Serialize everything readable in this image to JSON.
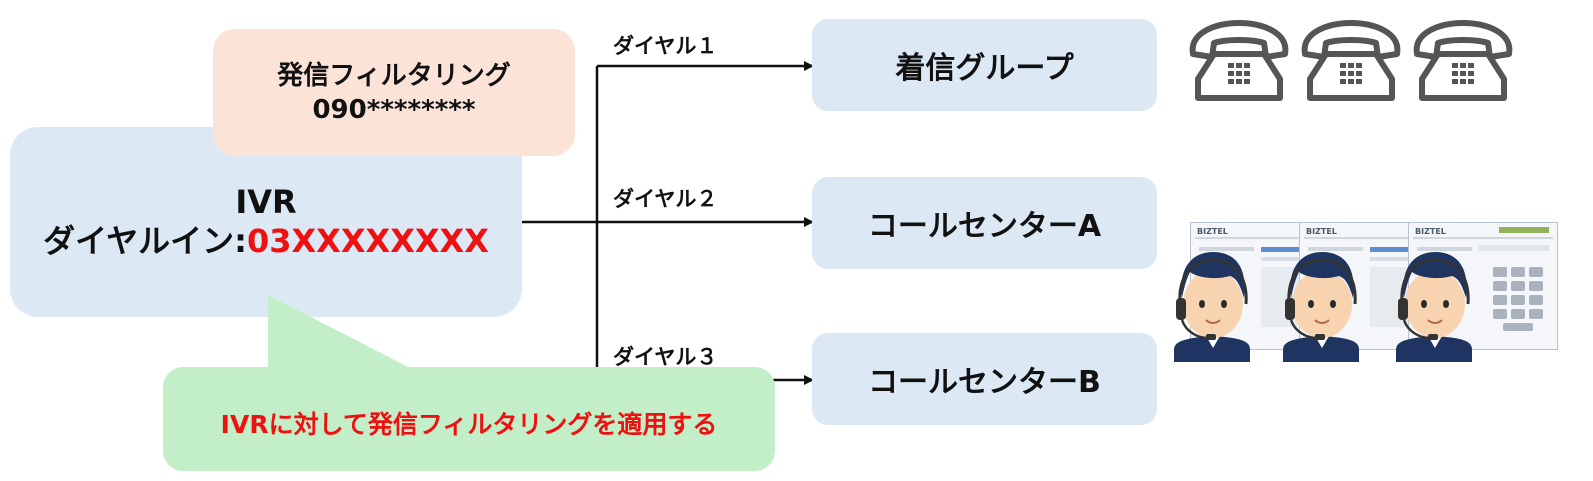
{
  "ivr": {
    "title": "IVR",
    "dialin_label": "ダイヤルイン:",
    "dialin_number": "03XXXXXXXX"
  },
  "filter": {
    "title": "発信フィルタリング",
    "number": "090********"
  },
  "callout": {
    "text": "IVRに対して発信フィルタリングを適用する"
  },
  "routes": [
    {
      "dial": "ダイヤル１",
      "destination": "着信グループ"
    },
    {
      "dial": "ダイヤル２",
      "destination": "コールセンターA"
    },
    {
      "dial": "ダイヤル３",
      "destination": "コールセンターB"
    }
  ],
  "agent_panel": {
    "brand": "BIZTEL"
  },
  "icons": {
    "phone": "telephone-icon",
    "agent": "operator-with-headset-icon"
  },
  "colors": {
    "box_blue": "#dce9f5",
    "box_orange": "#fbe3d8",
    "box_green": "#c3efc8",
    "highlight_red": "#ee1111",
    "agent_navy": "#1f3461"
  }
}
